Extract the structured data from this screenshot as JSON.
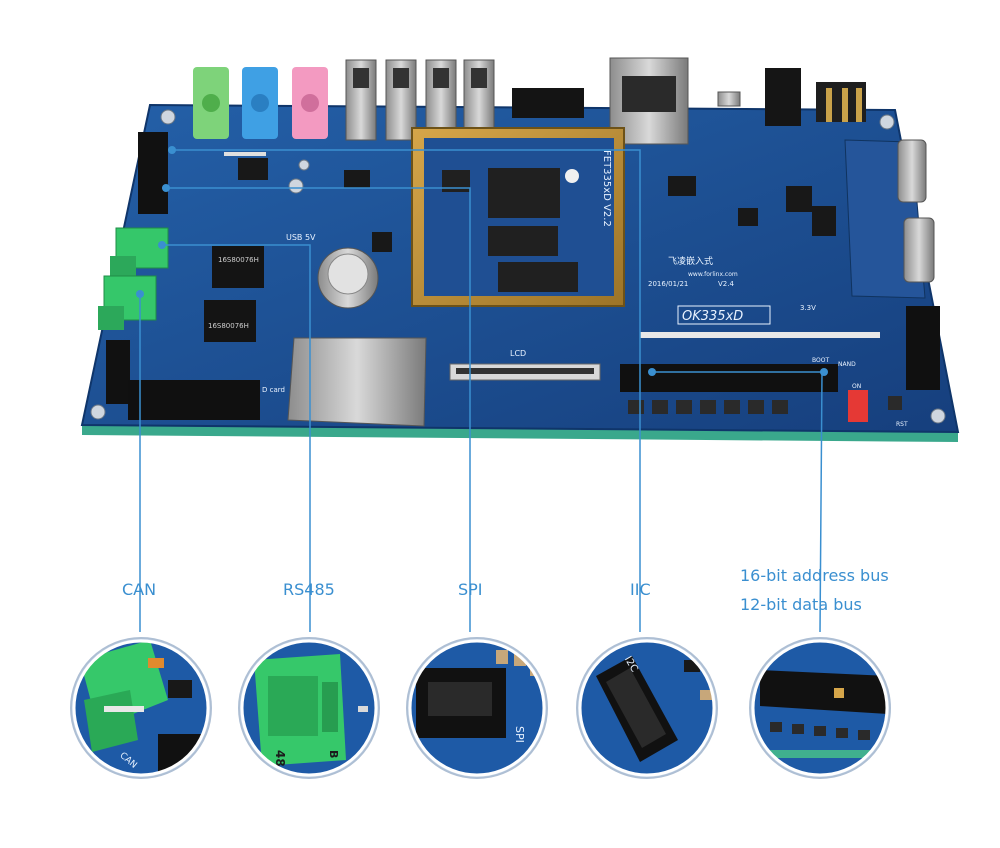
{
  "callouts": [
    {
      "id": "can",
      "label": "CAN"
    },
    {
      "id": "rs485",
      "label": "RS485"
    },
    {
      "id": "spi",
      "label": "SPI"
    },
    {
      "id": "iic",
      "label": "IIC"
    },
    {
      "id": "bus",
      "lines": [
        "16-bit address bus",
        "12-bit data bus"
      ]
    }
  ],
  "board": {
    "model_label": "OK335xD",
    "core_label": "FET335xD V2.2",
    "date_label": "2016/01/21",
    "version_label": "V2.4",
    "brand_label": "飞凌嵌入式",
    "site_label": "www.forlinx.com",
    "silk_usb": "USB 5V",
    "silk_lcd": "LCD",
    "silk_sd": "D card",
    "silk_boot": "BOOT",
    "silk_nand": "NAND",
    "silk_on": "ON",
    "silk_rst": "RST",
    "silk_33v": "3.3V",
    "chip_mark_1": "16S80076H",
    "chip_mark_2": "16S80076H"
  },
  "zoom_marks": {
    "can_text": "CAN",
    "rs485_text": "48",
    "rs485_b": "B",
    "spi_text": "SPI",
    "iic_text": "I2C"
  },
  "colors": {
    "board": "#1b4f94",
    "board_dark": "#113a72",
    "green_terminal": "#35c76a",
    "callout_line": "#3a8fd0"
  }
}
